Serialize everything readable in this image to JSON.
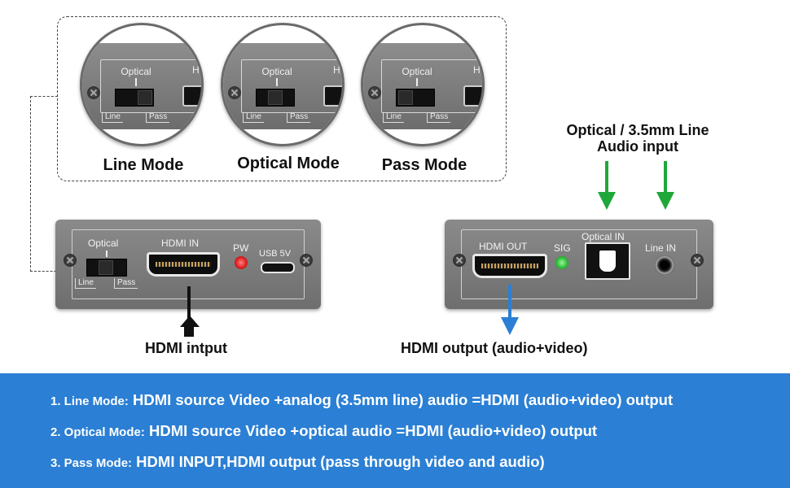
{
  "modes": [
    {
      "label": "Line Mode",
      "knob": "right"
    },
    {
      "label": "Optical Mode",
      "knob": "center"
    },
    {
      "label": "Pass Mode",
      "knob": "left"
    }
  ],
  "switch_labels": {
    "optical": "Optical",
    "line": "Line",
    "pass": "Pass",
    "h": "H"
  },
  "input_device": {
    "optical": "Optical",
    "line": "Line",
    "pass": "Pass",
    "hdmi_in": "HDMI IN",
    "pw": "PW",
    "usb": "USB 5V",
    "caption": "HDMI intput"
  },
  "output_device": {
    "hdmi_out": "HDMI OUT",
    "sig": "SIG",
    "optical_in": "Optical IN",
    "line_in": "Line IN",
    "caption": "HDMI output (audio+video)",
    "audio_input_line1": "Optical / 3.5mm Line",
    "audio_input_line2": "Audio input"
  },
  "colors": {
    "banner": "#2b7fd4",
    "arrow_green": "#1fa83a",
    "arrow_blue": "#2b7fd4",
    "led_red": "#e02020",
    "led_green": "#2fbf3a"
  },
  "banner": [
    {
      "prefix": "1. Line Mode:",
      "text": " HDMI source Video +analog (3.5mm line) audio =HDMI (audio+video) output"
    },
    {
      "prefix": "2. Optical Mode:",
      "text": " HDMI source Video +optical audio =HDMI (audio+video) output"
    },
    {
      "prefix": "3. Pass Mode:",
      "text": " HDMI INPUT,HDMI output (pass through video and audio)"
    }
  ]
}
